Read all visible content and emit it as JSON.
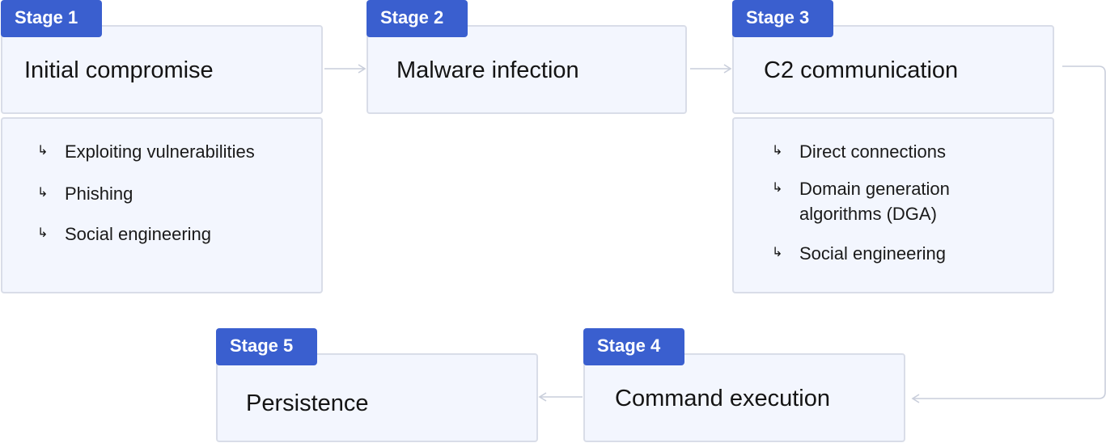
{
  "stages": [
    {
      "tag": "Stage 1",
      "title": "Initial compromise",
      "items": [
        "Exploiting vulnerabilities",
        "Phishing",
        "Social engineering"
      ]
    },
    {
      "tag": "Stage 2",
      "title": "Malware infection",
      "items": []
    },
    {
      "tag": "Stage 3",
      "title": "C2 communication",
      "items": [
        "Direct connections",
        "Domain generation algorithms (DGA)",
        "Social engineering"
      ]
    },
    {
      "tag": "Stage 4",
      "title": "Command execution",
      "items": []
    },
    {
      "tag": "Stage 5",
      "title": "Persistence",
      "items": []
    }
  ],
  "bullet_glyph": "↳",
  "colors": {
    "tag_bg": "#3a5fcf",
    "box_bg": "#f3f6fe",
    "border": "#d9dde8",
    "connector": "#c9cedb"
  }
}
